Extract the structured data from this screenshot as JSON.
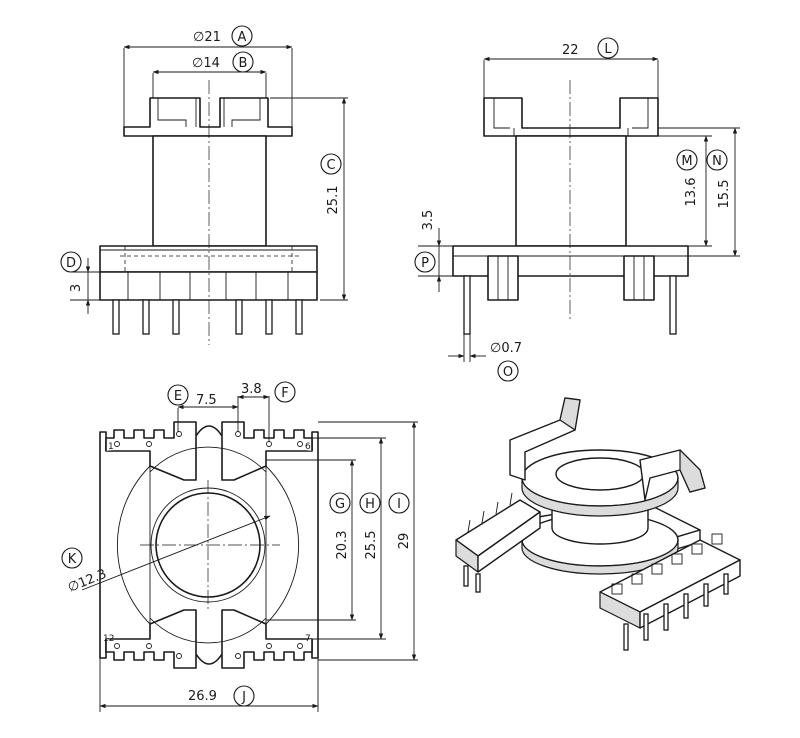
{
  "front_view": {
    "dims": {
      "a": {
        "value": "∅21",
        "label": "A"
      },
      "b": {
        "value": "∅14",
        "label": "B"
      },
      "c": {
        "value": "25.1",
        "label": "C"
      },
      "d": {
        "value": "3",
        "label": "D"
      }
    }
  },
  "side_view": {
    "dims": {
      "l": {
        "value": "22",
        "label": "L"
      },
      "m": {
        "value": "13.6",
        "label": "M"
      },
      "n": {
        "value": "15.5",
        "label": "N"
      },
      "o": {
        "value": "∅0.7",
        "label": "O"
      },
      "p": {
        "value": "3.5",
        "label": "P"
      }
    }
  },
  "bottom_view": {
    "dims": {
      "e": {
        "value": "7.5",
        "label": "E"
      },
      "f": {
        "value": "3.8",
        "label": "F"
      },
      "g": {
        "value": "20.3",
        "label": "G"
      },
      "h": {
        "value": "25.5",
        "label": "H"
      },
      "i": {
        "value": "29",
        "label": "I"
      },
      "j": {
        "value": "26.9",
        "label": "J"
      },
      "k": {
        "value": "∅12.3",
        "label": "K"
      }
    },
    "pin_numbers": [
      "1",
      "6",
      "12",
      "7"
    ]
  },
  "isometric_view": {}
}
